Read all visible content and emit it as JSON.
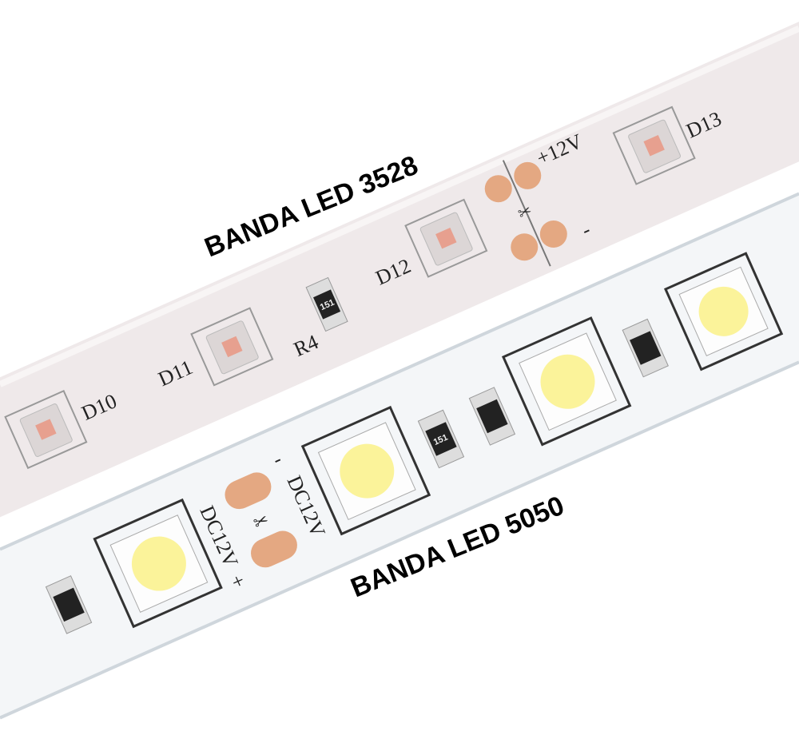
{
  "labels": {
    "strip_3528": "BANDA LED 3528",
    "strip_5050": "BANDA LED 5050"
  },
  "strip_3528": {
    "voltage_mark": "+12V",
    "minus_mark": "-",
    "leds": [
      "D10",
      "D11",
      "D12",
      "D13"
    ],
    "resistor_label": "R4",
    "resistor_code": "151"
  },
  "strip_5050": {
    "voltage_mark": "DC12V",
    "plus_mark": "+",
    "minus_mark": "-",
    "resistor_code": "151"
  },
  "colors": {
    "strip_3528_base": "#efe9ea",
    "strip_5050_base": "#f4f6f8",
    "copper_pad": "#e4a882",
    "led_5050_yellow": "#fbf39a",
    "led_3528_chip": "#e7a08f"
  }
}
